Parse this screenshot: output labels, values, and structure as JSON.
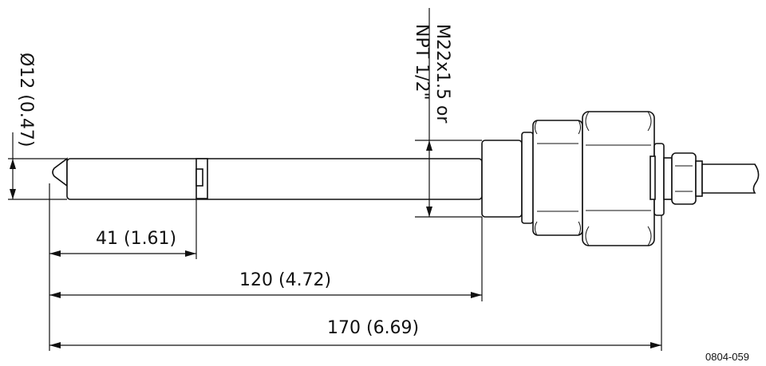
{
  "diagram": {
    "dimensions": {
      "diameter": "Ø12 (0.47)",
      "thread": "M22x1.5 or",
      "thread_alt": "NPT 1/2\"",
      "tip_length": "41 (1.61)",
      "probe_length": "120 (4.72)",
      "total_length": "170 (6.69)"
    },
    "drawing_id": "0804-059"
  }
}
